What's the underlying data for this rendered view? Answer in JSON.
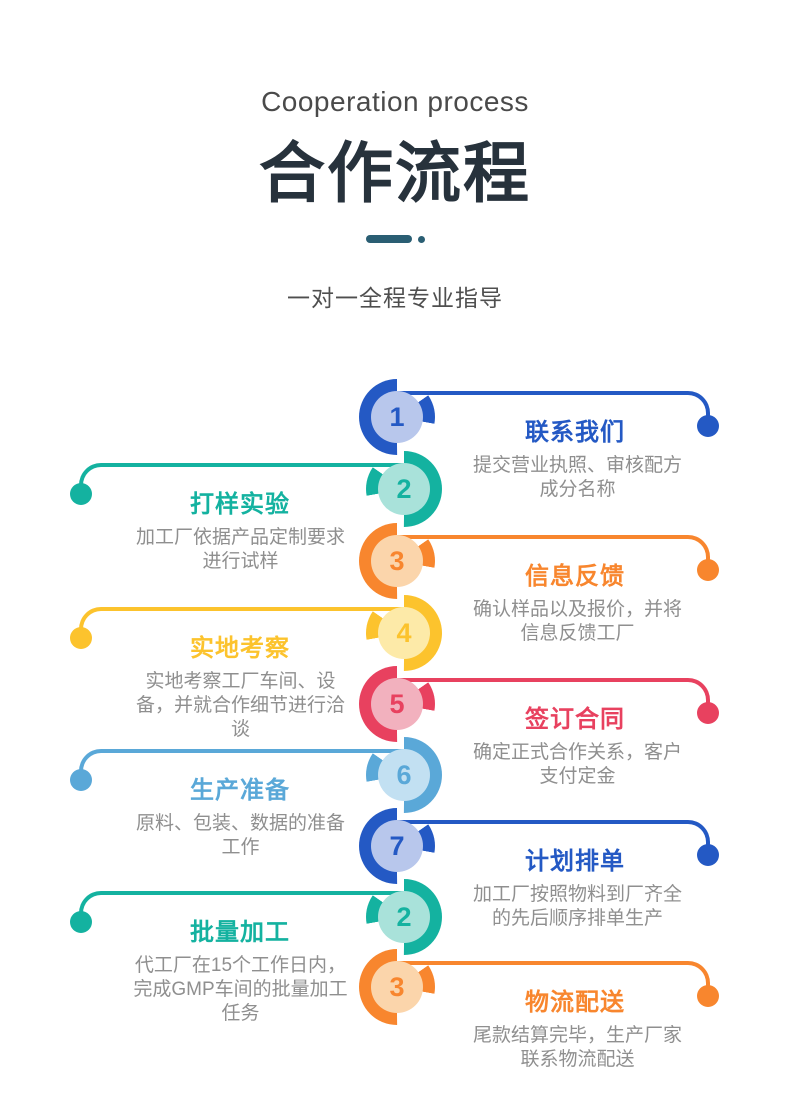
{
  "header": {
    "subtitle_en": "Cooperation process",
    "title": "合作流程",
    "tagline": "一对一全程专业指导",
    "divider_color": "#2a5e73",
    "title_color": "#27323c"
  },
  "description_text_color": "#8f8f8f",
  "steps": [
    {
      "number": "1",
      "side": "right",
      "title": "联系我们",
      "desc": "提交营业执照、审核配方\n成分名称",
      "color": "#2459c4",
      "color_light": "#b8c7ec"
    },
    {
      "number": "2",
      "side": "left",
      "title": "打样实验",
      "desc": "加工厂依据产品定制要求\n进行试样",
      "color": "#14b2a0",
      "color_light": "#a9e2da"
    },
    {
      "number": "3",
      "side": "right",
      "title": "信息反馈",
      "desc": "确认样品以及报价，并将\n信息反馈工厂",
      "color": "#f8862e",
      "color_light": "#fbd5ab"
    },
    {
      "number": "4",
      "side": "left",
      "title": "实地考察",
      "desc": "实地考察工厂车间、设\n备，并就合作细节进行洽\n谈",
      "color": "#fcc32d",
      "color_light": "#fdeaa8"
    },
    {
      "number": "5",
      "side": "right",
      "title": "签订合同",
      "desc": "确定正式合作关系，客户\n支付定金",
      "color": "#e8415f",
      "color_light": "#f2b1be"
    },
    {
      "number": "6",
      "side": "left",
      "title": "生产准备",
      "desc": "原料、包装、数据的准备\n工作",
      "color": "#5aa8d8",
      "color_light": "#c2e0f2"
    },
    {
      "number": "7",
      "side": "right",
      "title": "计划排单",
      "desc": "加工厂按照物料到厂齐全\n的先后顺序排单生产",
      "color": "#2459c4",
      "color_light": "#b8c7ec"
    },
    {
      "number": "2",
      "side": "left",
      "title": "批量加工",
      "desc": "代工厂在15个工作日内，\n完成GMP车间的批量加工\n任务",
      "color": "#14b2a0",
      "color_light": "#a9e2da"
    },
    {
      "number": "3",
      "side": "right",
      "title": "物流配送",
      "desc": "尾款结算完毕，生产厂家\n联系物流配送",
      "color": "#f8862e",
      "color_light": "#fbd5ab"
    }
  ]
}
